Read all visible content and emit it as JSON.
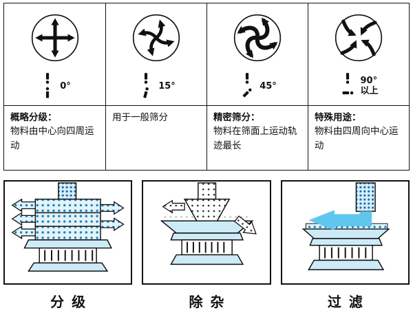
{
  "columns": [
    {
      "angle_label": "0°",
      "title": "概略分级：",
      "desc": "物料由中心向四周运动",
      "pattern_icon": "radial-outward-icon",
      "weight_icon": "weight-angle-0-icon"
    },
    {
      "angle_label": "15°",
      "desc": "用于一般筛分",
      "pattern_icon": "pinwheel-icon",
      "weight_icon": "weight-angle-15-icon"
    },
    {
      "angle_label": "45°",
      "title": "精密筛分：",
      "desc": "物料在筛面上运动轨迹最长",
      "pattern_icon": "swirl-icon",
      "weight_icon": "weight-angle-45-icon"
    },
    {
      "angle_label": "90°",
      "angle_label2": "以上",
      "title": "特殊用途：",
      "desc": "物料由四周向中心运动",
      "pattern_icon": "inward-icon",
      "weight_icon": "weight-angle-90-icon"
    }
  ],
  "panels": [
    {
      "label": "分级",
      "icon": "grading-machine-icon"
    },
    {
      "label": "除杂",
      "icon": "impurity-removal-machine-icon"
    },
    {
      "label": "过滤",
      "icon": "filtration-machine-icon"
    }
  ],
  "colors": {
    "line": "#111111",
    "light_blue": "#cdebf7",
    "dot_blue": "#1e7fb0",
    "arrow_cyan": "#5fc6ee"
  }
}
